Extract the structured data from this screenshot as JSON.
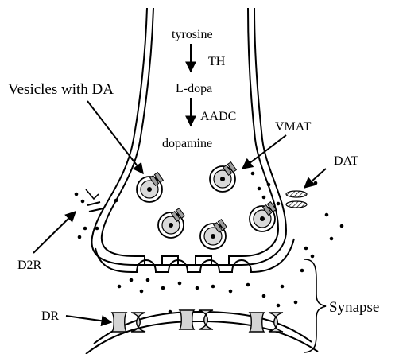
{
  "pathway": {
    "tyrosine": "tyrosine",
    "th": "TH",
    "ldopa": "L-dopa",
    "aadc": "AADC",
    "dopamine": "dopamine"
  },
  "labels": {
    "vesicles": "Vesicles with DA",
    "vmat": "VMAT",
    "dat": "DAT",
    "d2r": "D2R",
    "dr": "DR",
    "synapse": "Synapse"
  },
  "colors": {
    "line": "#000000",
    "vesicle_fill": "#d9d9d9",
    "transporter_fill": "#9e9e9e",
    "receptor_fill": "#d4d4d4",
    "background": "#ffffff"
  }
}
